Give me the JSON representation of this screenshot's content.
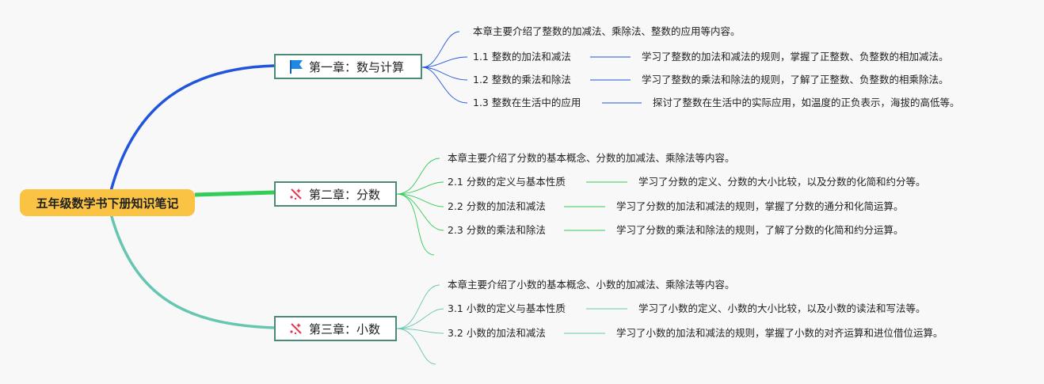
{
  "root": {
    "label": "五年级数学书下册知识笔记"
  },
  "colors": {
    "root_fill": "#fbc344",
    "branch1": "#2255dd",
    "branch2": "#33cc55",
    "branch3": "#66c6b2"
  },
  "chapters": [
    {
      "title": "第一章：数与计算",
      "icon": "flag-icon",
      "summary": "本章主要介绍了整数的加减法、乘除法、整数的应用等内容。",
      "sections": [
        {
          "title": "1.1 整数的加法和减法",
          "note": "学习了整数的加法和减法的规则，掌握了正整数、负整数的相加减法。"
        },
        {
          "title": "1.2 整数的乘法和除法",
          "note": "学习了整数的乘法和除法的规则，了解了正整数、负整数的相乘除法。"
        },
        {
          "title": "1.3 整数在生活中的应用",
          "note": "探讨了整数在生活中的实际应用，如温度的正负表示，海拔的高低等。"
        }
      ]
    },
    {
      "title": "第二章：分数",
      "icon": "magic-wand-icon",
      "summary": "本章主要介绍了分数的基本概念、分数的加减法、乘除法等内容。",
      "sections": [
        {
          "title": "2.1 分数的定义与基本性质",
          "note": "学习了分数的定义、分数的大小比较，以及分数的化简和约分等。"
        },
        {
          "title": "2.2 分数的加法和减法",
          "note": "学习了分数的加法和减法的规则，掌握了分数的通分和化简运算。"
        },
        {
          "title": "2.3 分数的乘法和除法",
          "note": "学习了分数的乘法和除法的规则，了解了分数的化简和约分运算。"
        }
      ]
    },
    {
      "title": "第三章：小数",
      "icon": "magic-wand-icon",
      "summary": "本章主要介绍了小数的基本概念、小数的加减法、乘除法等内容。",
      "sections": [
        {
          "title": "3.1 小数的定义与基本性质",
          "note": "学习了小数的定义、小数的大小比较，以及小数的读法和写法等。"
        },
        {
          "title": "3.2 小数的加法和减法",
          "note": "学习了小数的加法和减法的规则，掌握了小数的对齐运算和进位借位运算。"
        }
      ]
    }
  ]
}
